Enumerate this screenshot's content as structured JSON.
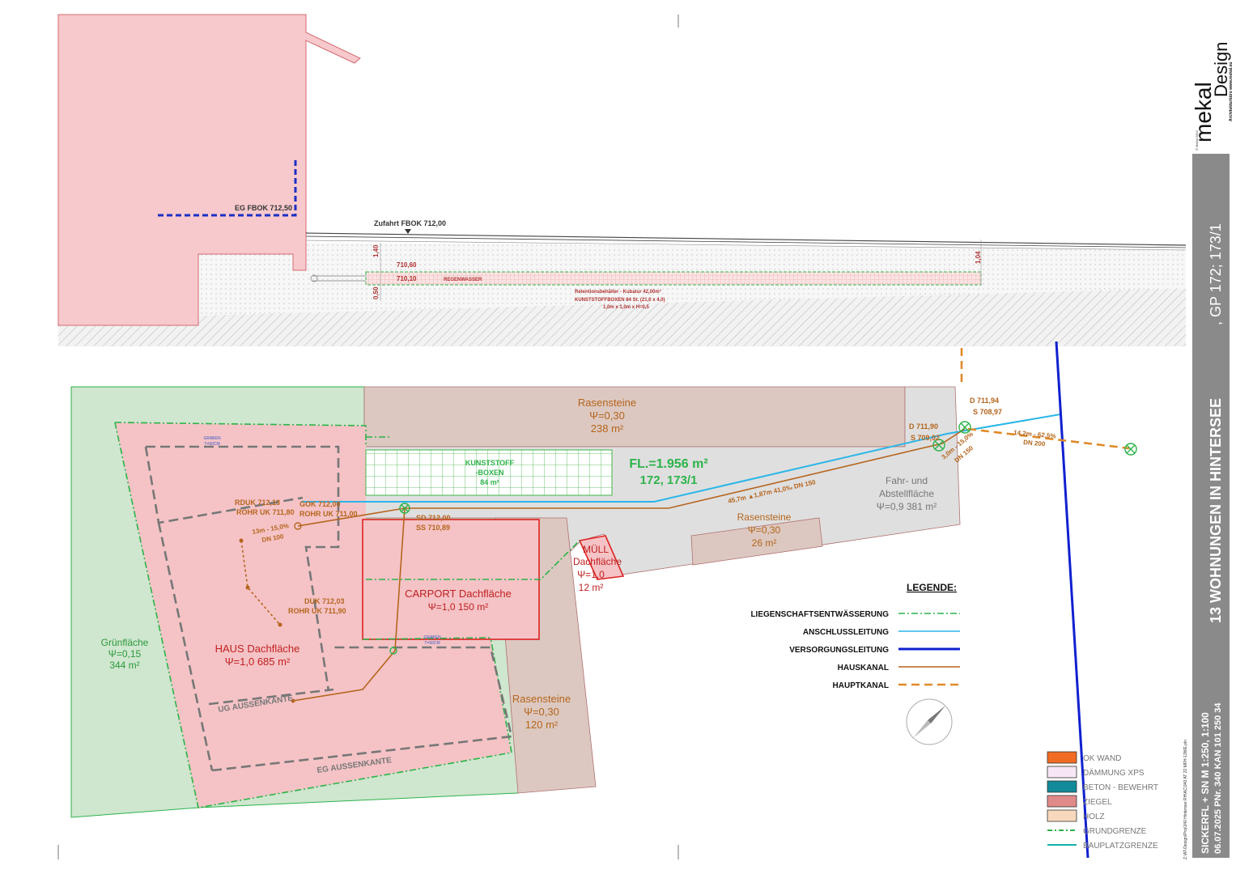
{
  "section": {
    "eg_fbok": "EG FBOK 712,50",
    "zufahrt_fbok": "Zufahrt FBOK 712,00",
    "dim_140": "1,40",
    "dim_050": "0,50",
    "dim_104": "1,04",
    "level_71060": "710,60",
    "level_71010": "710,10",
    "regenwasser": "REGENWASSER",
    "retention_1": "Retentionsbehälter - Kubatur 42,00m³",
    "retention_2": "KUNSTSTOFFBOXEN   84 St.  (21,0 x 4,0)",
    "retention_3": "1,0m x 1,0m x H=0,5"
  },
  "plan": {
    "rasen_top_name": "Rasensteine",
    "rasen_top_psi": "Ψ=0,30",
    "rasen_top_area": "238 m²",
    "kunststoff_1": "KUNSTSTOFF",
    "kunststoff_2": "-BOXEN",
    "kunststoff_area": "84 m²",
    "fl_total": "FL.=1.956 m²",
    "fl_gp": "172, 173/1",
    "d_left_1": "D 711,90",
    "d_left_2": "S 709,02",
    "d_right_1": "D 711,94",
    "d_right_2": "S 708,97",
    "pipe_short_1": "3,0m - 15,0%",
    "pipe_short_2": "DN 150",
    "pipe_main_1": "14,2m - 62,5%",
    "pipe_main_2": "DN 200",
    "pipe_long": "45,7m  ▲1,87m  41,0‰  DN 150",
    "fahr_1": "Fahr- und",
    "fahr_2": "Abstellfläche",
    "fahr_3": "Ψ=0,9  381 m²",
    "rasen_mid_name": "Rasensteine",
    "rasen_mid_psi": "Ψ=0,30",
    "rasen_mid_area": "26 m²",
    "muell_1": "MÜLL",
    "muell_2": "Dachfläche",
    "muell_3": "Ψ=1,0",
    "muell_4": "12 m²",
    "rduk_1": "RDUK 712,13",
    "rduk_2": "ROHR UK 711,80",
    "gok_1": "GOK  712,00",
    "gok_2": "ROHR UK 711,00",
    "pipe_13_1": "13m - 15,0%",
    "pipe_13_2": "DN 100",
    "sd_1": "SD 712,00",
    "sd_2": "SS 710,89",
    "duk_1": "DUK 712,03",
    "duk_2": "ROHR UK 711,90",
    "carport_1": "CARPORT Dachfläche",
    "carport_2": "Ψ=1,0 150 m²",
    "haus_1": "HAUS Dachfläche",
    "haus_2": "Ψ=1,0 685 m²",
    "gruen_1": "Grünfläche",
    "gruen_2": "Ψ=0,15",
    "gruen_3": "344 m²",
    "ug_kante": "UG AUSSENKANTE",
    "eg_kante": "EG AUSSENKANTE",
    "rasen_bot_name": "Rasensteine",
    "rasen_bot_psi": "Ψ=0,30",
    "rasen_bot_area": "120 m²",
    "graben_1": "GRABEN",
    "graben_1b": "T=50CM",
    "graben_2": "GRABEN",
    "graben_2b": "T=50CM"
  },
  "legend": {
    "title": "LEGENDE:",
    "items": [
      {
        "label": "LIEGENSCHAFTSENTWÄSSERUNG",
        "color": "#2db34a"
      },
      {
        "label": "ANSCHLUSSLEITUNG",
        "color": "#29b6e8"
      },
      {
        "label": "VERSORGUNGSLEITUNG",
        "color": "#1020d0"
      },
      {
        "label": "HAUSKANAL",
        "color": "#b5651d"
      },
      {
        "label": "HAUPTKANAL",
        "color": "#e08a2a"
      }
    ]
  },
  "materials": {
    "items": [
      {
        "label": "OK WAND",
        "color": "#f26b22"
      },
      {
        "label": "DÄMMUNG XPS",
        "color": "#f7e6f3"
      },
      {
        "label": "BETON - BEWEHRT",
        "color": "#138a9a"
      },
      {
        "label": "ZIEGEL",
        "color": "#e08a8a"
      },
      {
        "label": "HOLZ",
        "color": "#f8d8bd"
      },
      {
        "label": "GRUNDGRENZE",
        "color": "#2db34a"
      },
      {
        "label": "BAUPLATZGRENZE",
        "color": "#14b0a8"
      }
    ]
  },
  "titleblock": {
    "brand_a": "mekal",
    "brand_b": "Design",
    "brand_sub": "Architekturbüro www.mekal.eu",
    "copyright": "© Mekal 2024",
    "title": "13 WOHNUNGEN IN HINTERSEE",
    "gp": ", GP 172; 173/1",
    "line1": "SICKERFL + SN  M 1:250, 1:100",
    "line2": "06.07.2025 PNr. 340 KAN 101 250 34",
    "filepath": "Z:\\AT-Design\\Proj\\340 Hintersee RH\\AC\\340 AT 22 MFH-13WE.pln"
  }
}
